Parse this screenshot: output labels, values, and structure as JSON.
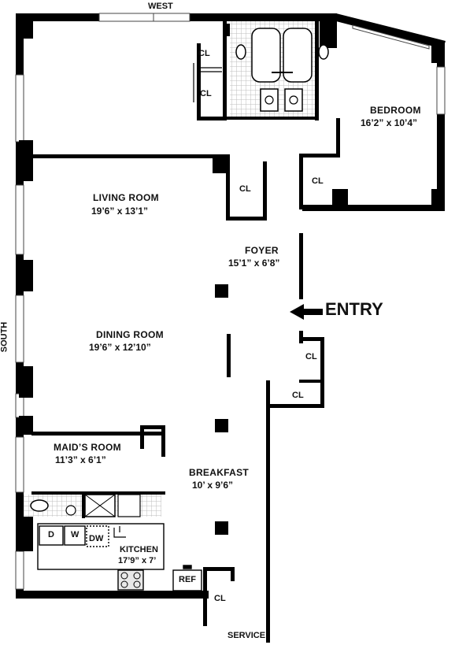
{
  "compass": {
    "west": "WEST",
    "south": "SOUTH",
    "service": "SERVICE"
  },
  "entry": {
    "label": "ENTRY",
    "icon": "left-arrow-icon"
  },
  "rooms": {
    "bedroom": {
      "name": "BEDROOM",
      "dims": "16’2” x 10’4”"
    },
    "living": {
      "name": "LIVING ROOM",
      "dims": "19’6” x 13’1”"
    },
    "foyer": {
      "name": "FOYER",
      "dims": "15’1” x 6’8”"
    },
    "dining": {
      "name": "DINING ROOM",
      "dims": "19’6” x 12’10”"
    },
    "maids": {
      "name": "MAID’S ROOM",
      "dims": "11’3” x 6’1”"
    },
    "breakfast": {
      "name": "BREAKFAST",
      "dims": "10’ x 9’6”"
    },
    "kitchen": {
      "name": "KITCHEN",
      "dims": "17’9” x 7’"
    }
  },
  "closets": {
    "cl_1": "CL",
    "cl_2": "CL",
    "cl_3": "CL",
    "cl_4": "CL",
    "cl_5": "CL",
    "cl_6": "CL",
    "cl_7": "CL"
  },
  "appliances": {
    "dryer": "D",
    "washer": "W",
    "dishwasher": "DW",
    "refrigerator": "REF"
  },
  "colors": {
    "wall": "#000000",
    "window": "#dddddd",
    "bath_tile": "#cfcfcf"
  }
}
